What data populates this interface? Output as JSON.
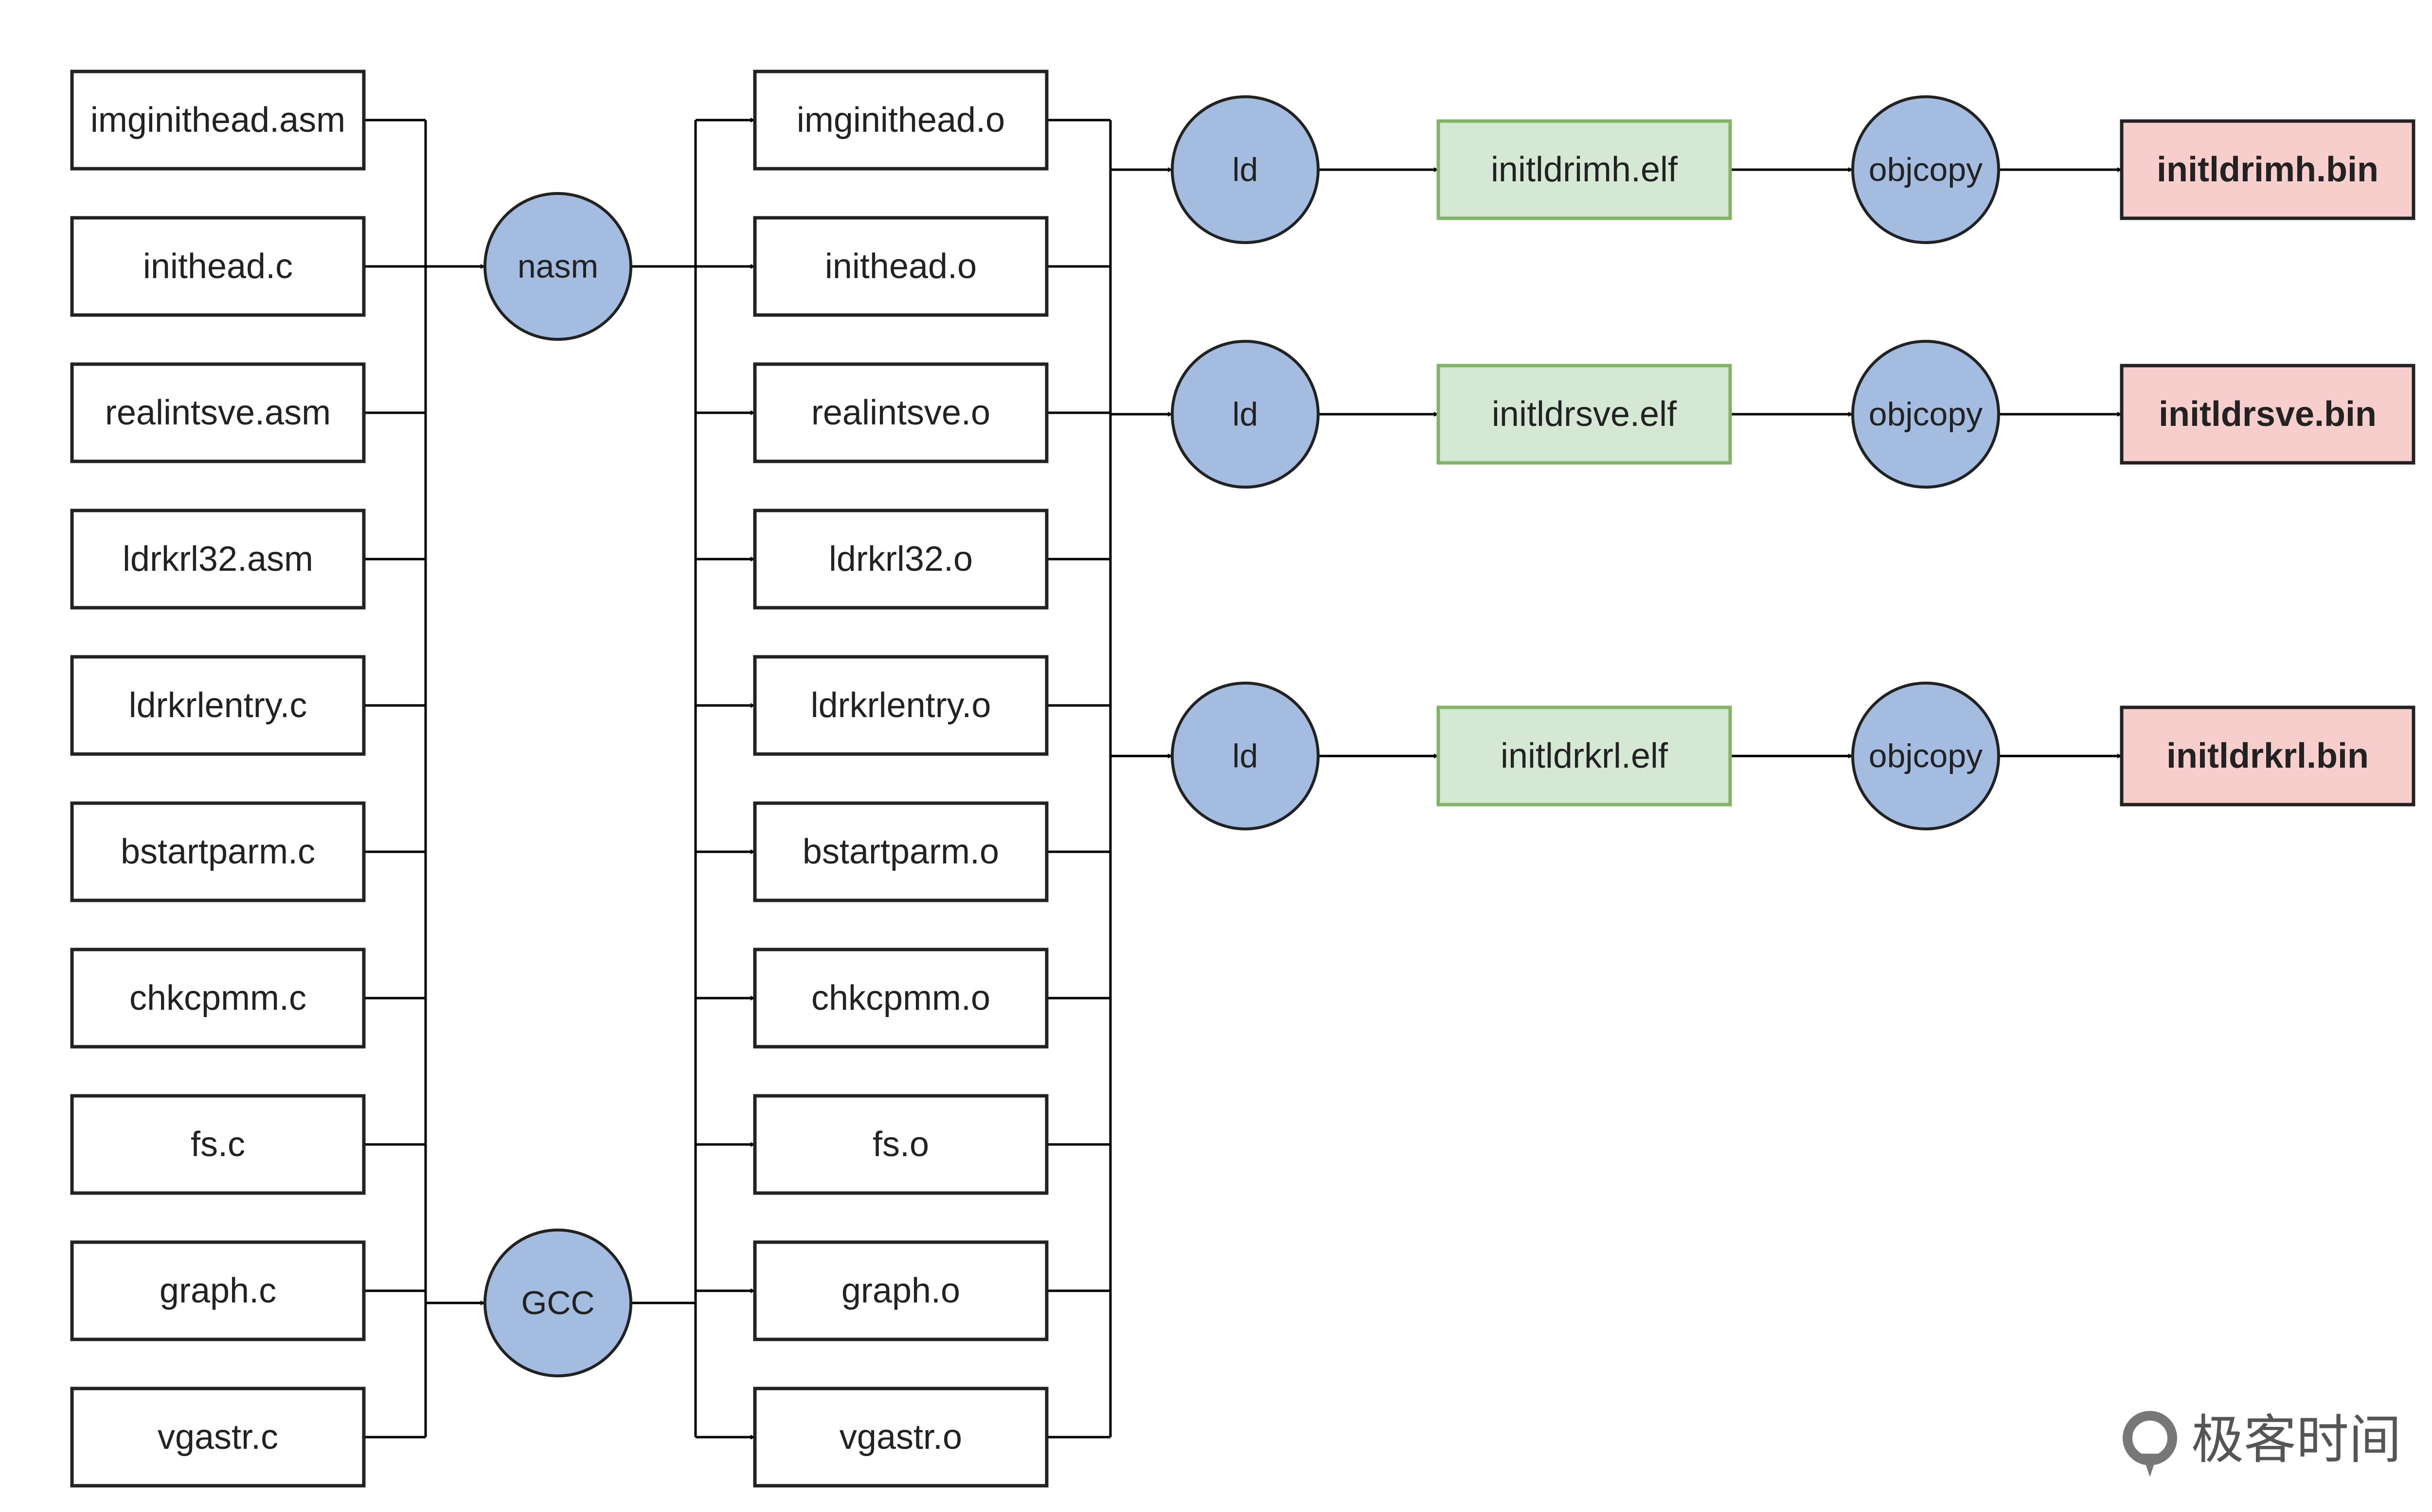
{
  "colors": {
    "line": "#000000",
    "box_stroke": "#222222",
    "circle_fill": "#A3BCE0",
    "elf_fill": "#D5E8D4",
    "elf_stroke": "#82B366",
    "bin_fill": "#F8CECC",
    "text": "#222222",
    "brand": "#555555"
  },
  "sources": [
    "imginithead.asm",
    "inithead.c",
    "realintsve.asm",
    "ldrkrl32.asm",
    "ldrkrlentry.c",
    "bstartparm.c",
    "chkcpmm.c",
    "fs.c",
    "graph.c",
    "vgastr.c"
  ],
  "compilers": {
    "nasm": "nasm",
    "gcc": "GCC"
  },
  "objects": [
    "imginithead.o",
    "inithead.o",
    "realintsve.o",
    "ldrkrl32.o",
    "ldrkrlentry.o",
    "bstartparm.o",
    "chkcpmm.o",
    "fs.o",
    "graph.o",
    "vgastr.o"
  ],
  "pipelines": [
    {
      "linker": "ld",
      "elf": "initldrimh.elf",
      "copier": "objcopy",
      "bin": "initldrimh.bin"
    },
    {
      "linker": "ld",
      "elf": "initldrsve.elf",
      "copier": "objcopy",
      "bin": "initldrsve.bin"
    },
    {
      "linker": "ld",
      "elf": "initldrkrl.elf",
      "copier": "objcopy",
      "bin": "initldrkrl.bin"
    }
  ],
  "brand": {
    "logo_icon": "geektime-logo-icon",
    "name": "极客时间"
  }
}
